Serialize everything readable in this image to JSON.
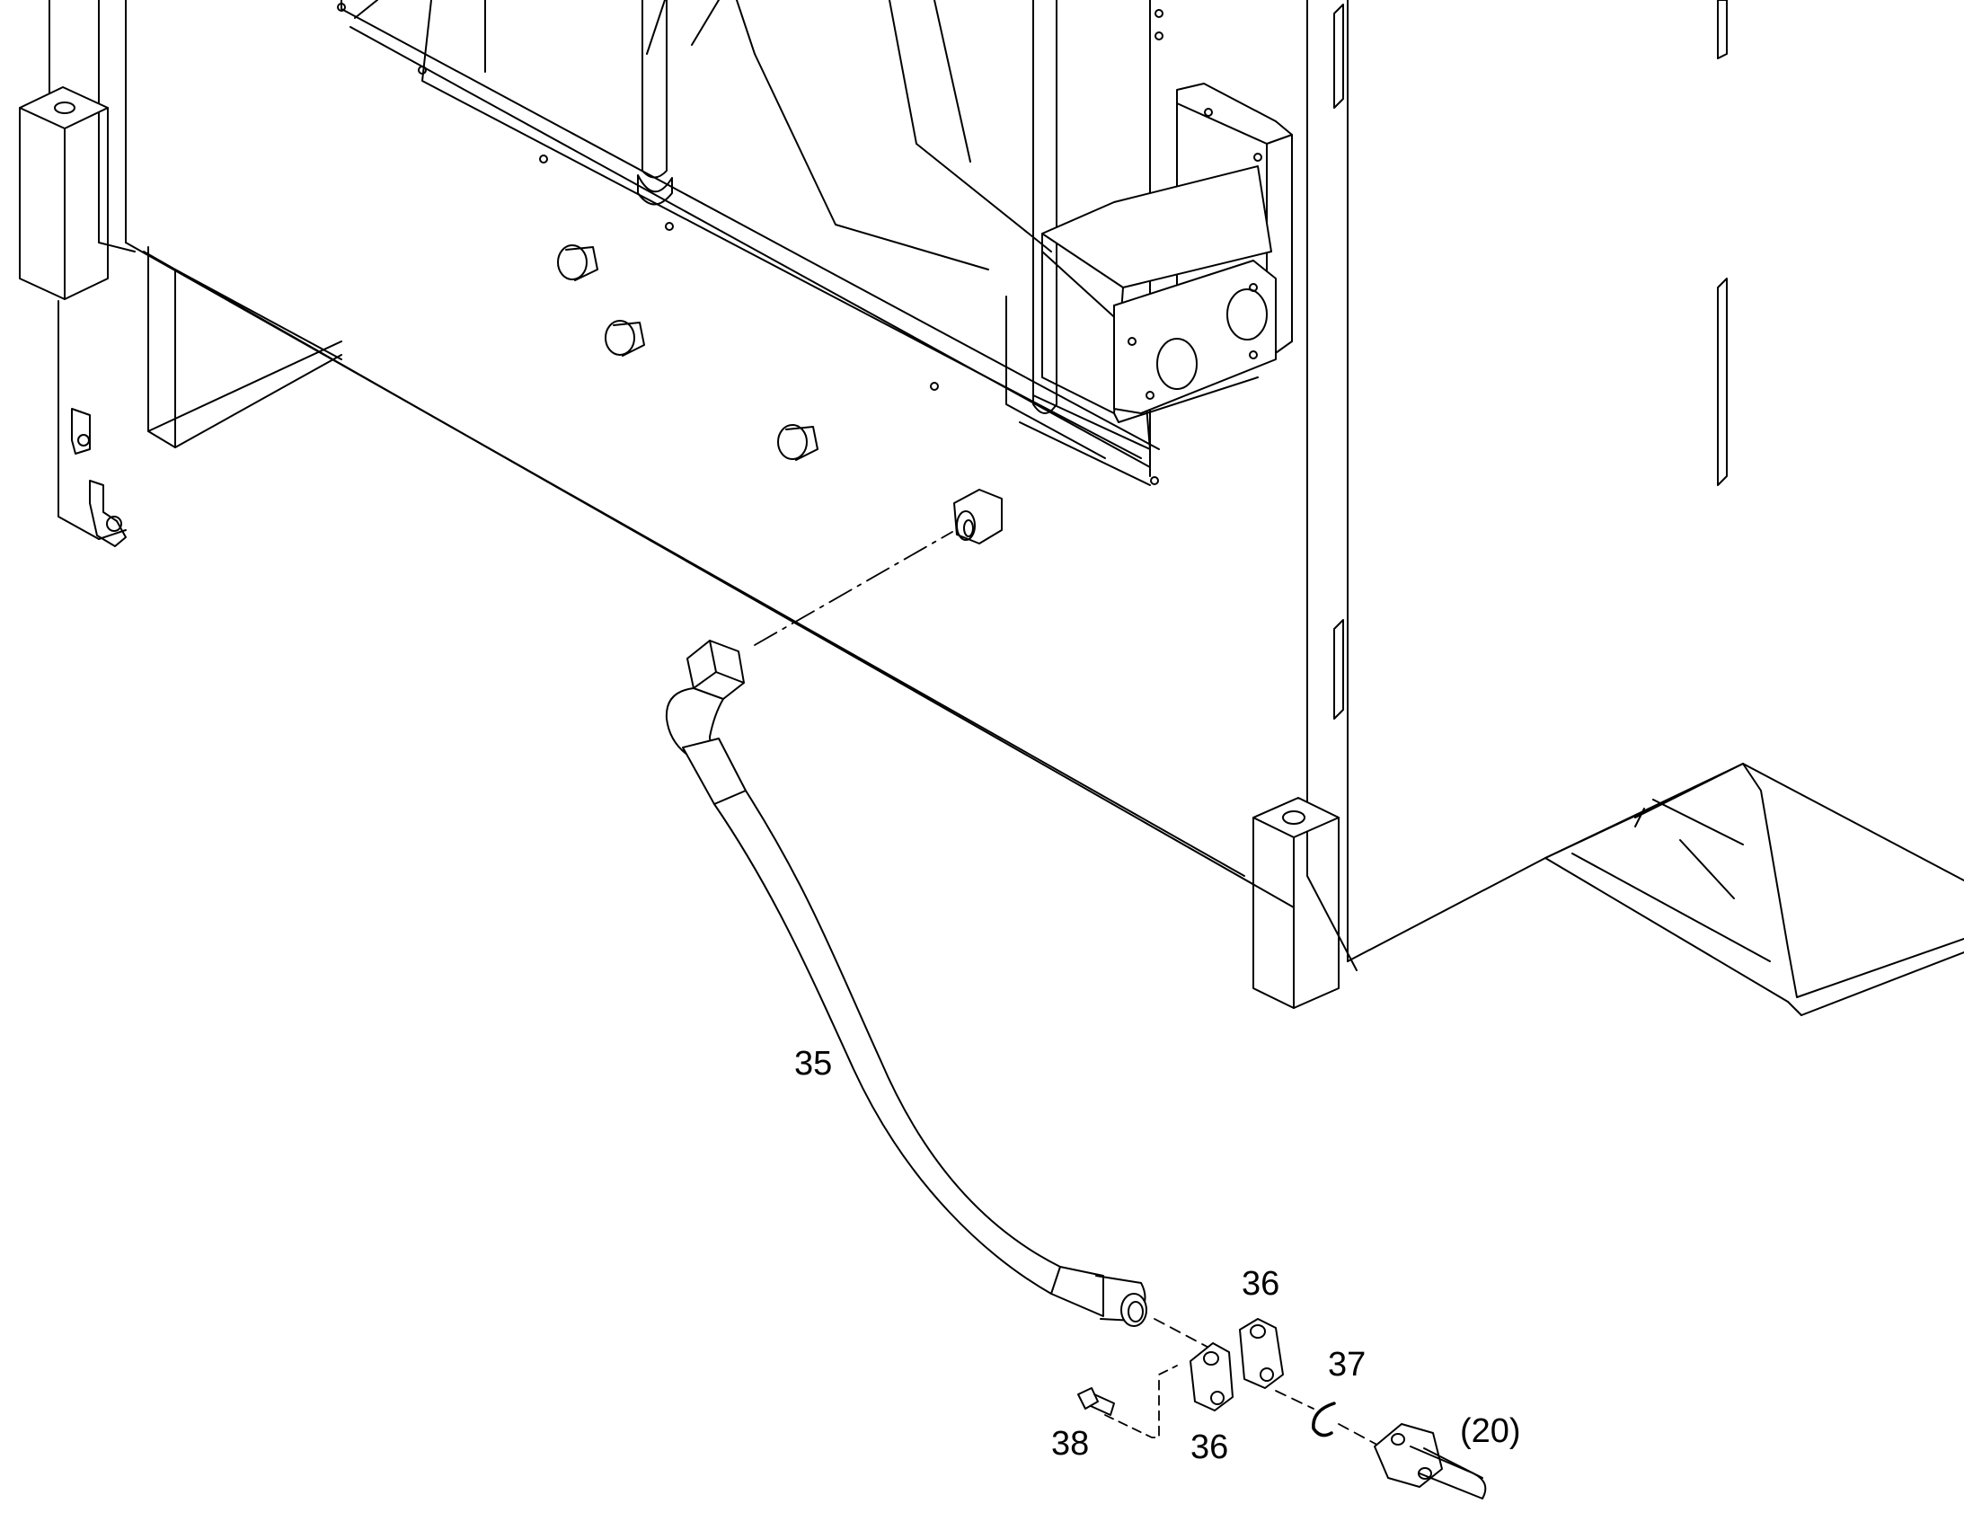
{
  "callouts": {
    "hose": "35",
    "flange_half_upper": "36",
    "flange_half_lower": "36",
    "o_ring": "37",
    "bolt": "38",
    "reference_flange": "(20)"
  },
  "colors": {
    "line": "#000000",
    "background": "#ffffff"
  }
}
